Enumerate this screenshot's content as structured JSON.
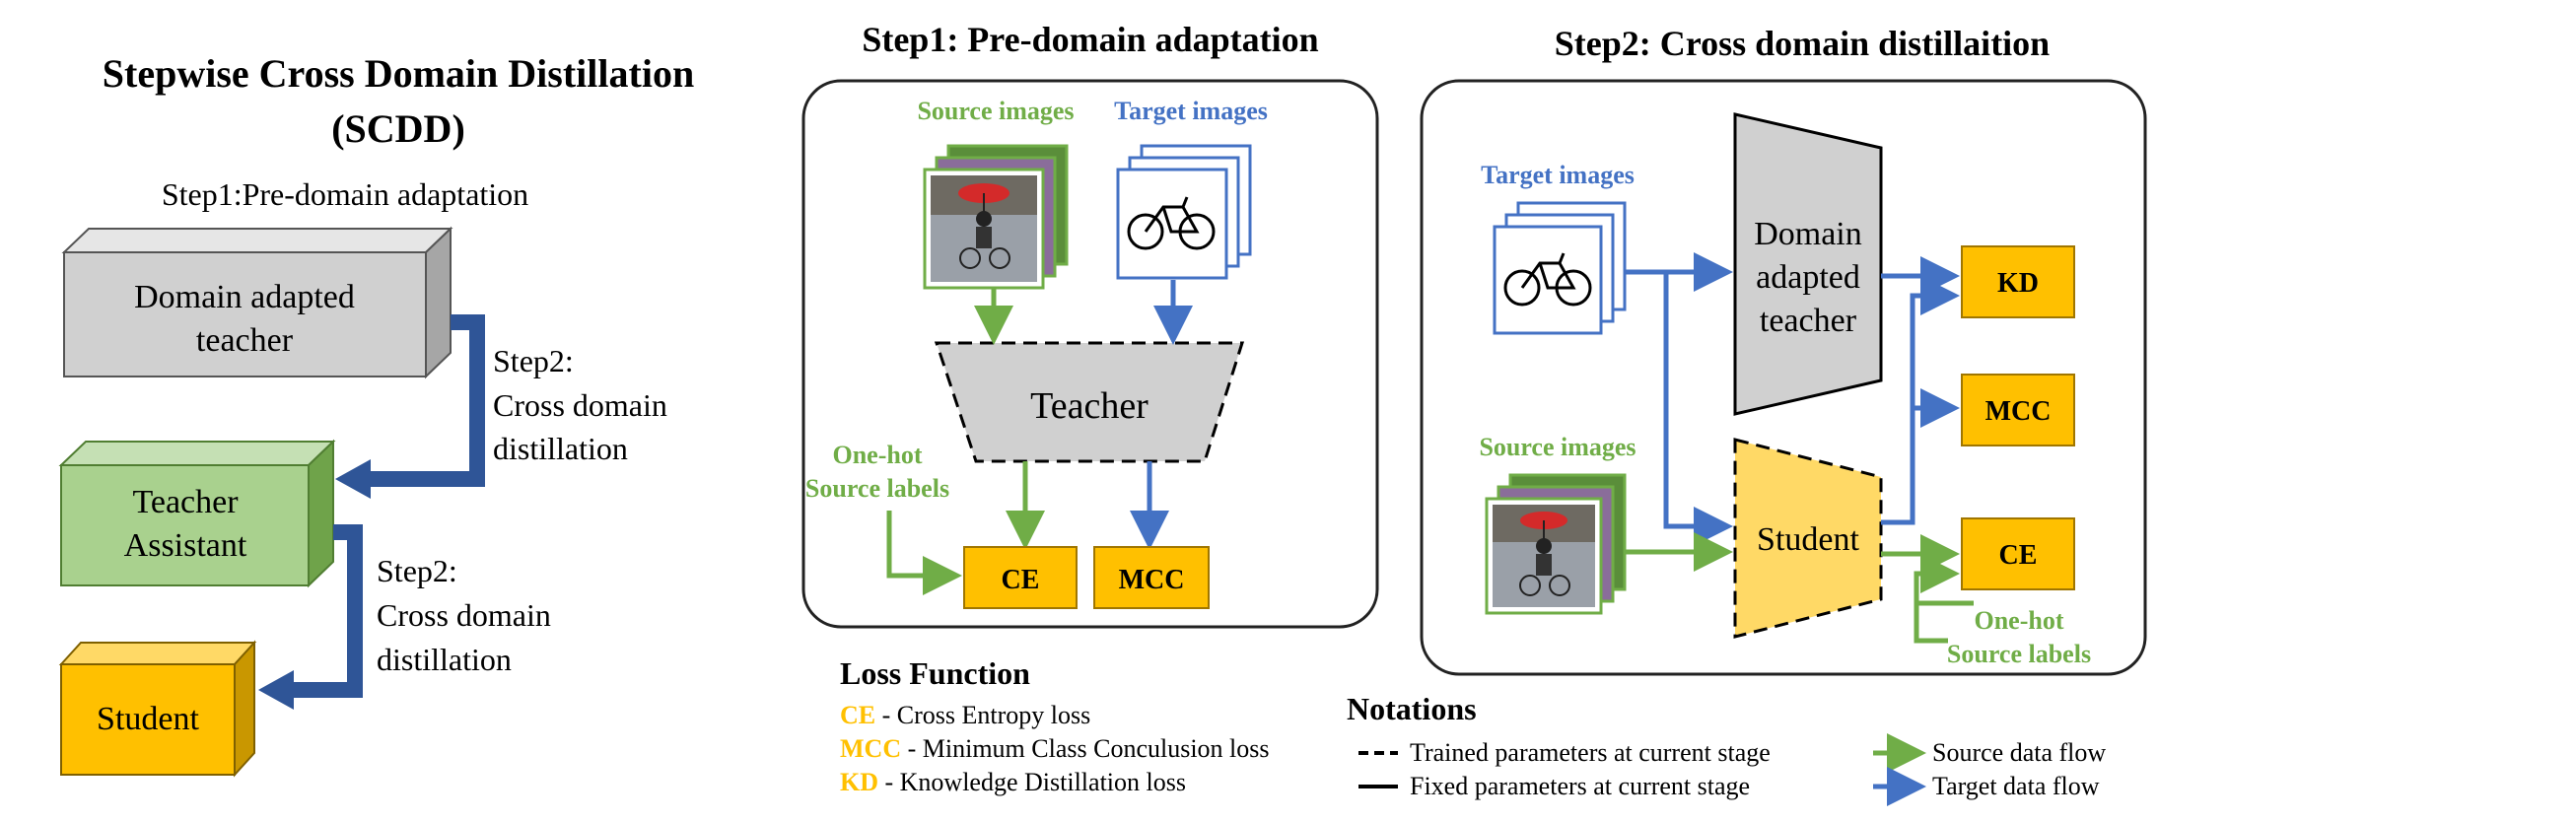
{
  "overview": {
    "title_line1": "Stepwise Cross Domain Distillation",
    "title_line2": "(SCDD)",
    "step1_label": "Step1:Pre-domain adaptation",
    "teacher_box_line1": "Domain adapted",
    "teacher_box_line2": "teacher",
    "assistant_box_line1": "Teacher",
    "assistant_box_line2": "Assistant",
    "student_box": "Student",
    "step2a_line1": "Step2:",
    "step2a_line2": "Cross domain",
    "step2a_line3": "distillation",
    "step2b_line1": "Step2:",
    "step2b_line2": "Cross domain",
    "step2b_line3": "distillation"
  },
  "step1_panel": {
    "heading": "Step1: Pre-domain adaptation",
    "source_images": "Source images",
    "target_images": "Target images",
    "teacher": "Teacher",
    "onehot_line1": "One-hot",
    "onehot_line2": "Source labels",
    "ce": "CE",
    "mcc": "MCC"
  },
  "step2_panel": {
    "heading": "Step2: Cross domain distillaition",
    "target_images": "Target images",
    "source_images": "Source images",
    "teacher_line1": "Domain",
    "teacher_line2": "adapted",
    "teacher_line3": "teacher",
    "student": "Student",
    "kd": "KD",
    "mcc": "MCC",
    "ce": "CE",
    "onehot_line1": "One-hot",
    "onehot_line2": "Source labels"
  },
  "loss_function": {
    "heading": "Loss Function",
    "items": [
      {
        "abbr": "CE",
        "desc": " - Cross Entropy loss"
      },
      {
        "abbr": "MCC",
        "desc": " - Minimum Class Conculusion loss"
      },
      {
        "abbr": "KD",
        "desc": " - Knowledge Distillation loss"
      }
    ]
  },
  "notations": {
    "heading": "Notations",
    "trained": "Trained parameters at current stage",
    "fixed": "Fixed parameters at current stage",
    "source_flow": "Source data flow",
    "target_flow": "Target data flow"
  },
  "colors": {
    "green": "#70AD47",
    "blue": "#4472C4",
    "dark_blue": "#2F5597",
    "orange": "#FFC000",
    "gray": "#D0D0D0",
    "light_green": "#A9D18E",
    "student_yellow": "#FFD966"
  }
}
